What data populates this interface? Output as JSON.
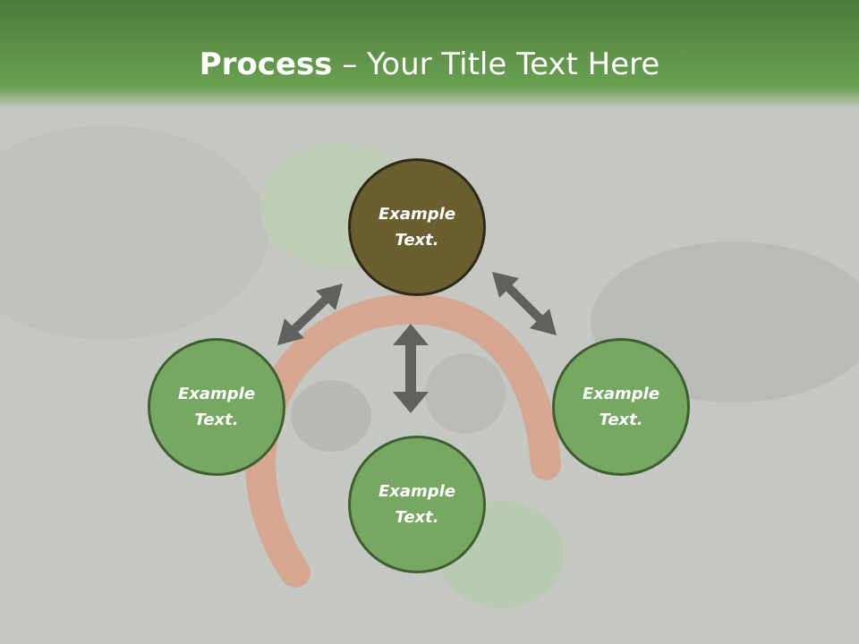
{
  "slide": {
    "title_bold": "Process",
    "title_rest": " – Your Title Text Here"
  },
  "diagram": {
    "nodes": [
      {
        "id": "top",
        "line1": "Example",
        "line2": "Text."
      },
      {
        "id": "left",
        "line1": "Example",
        "line2": "Text."
      },
      {
        "id": "right",
        "line1": "Example",
        "line2": "Text."
      },
      {
        "id": "bottom",
        "line1": "Example",
        "line2": "Text."
      }
    ]
  },
  "colors": {
    "header": "#5d9148",
    "node_fill": "#76a862",
    "node_top_fill": "#6a5f31",
    "arrow": "#5f615f",
    "accent_orange": "#e8643a"
  }
}
